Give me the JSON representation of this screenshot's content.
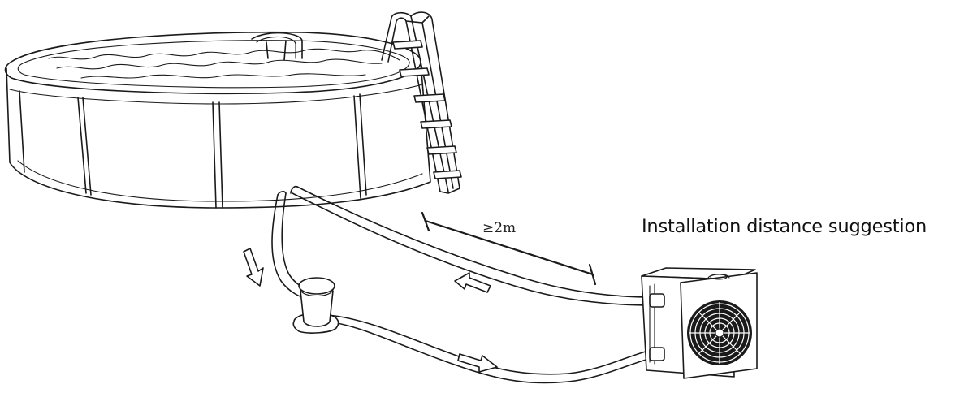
{
  "caption": "Installation distance suggestion",
  "distance_label": "≥2m",
  "colors": {
    "line": "#1a1a1a",
    "background": "#ffffff",
    "text": "#111111"
  },
  "components": [
    "pool",
    "ladder",
    "filter",
    "heat-pump",
    "hoses",
    "flow-arrows"
  ]
}
